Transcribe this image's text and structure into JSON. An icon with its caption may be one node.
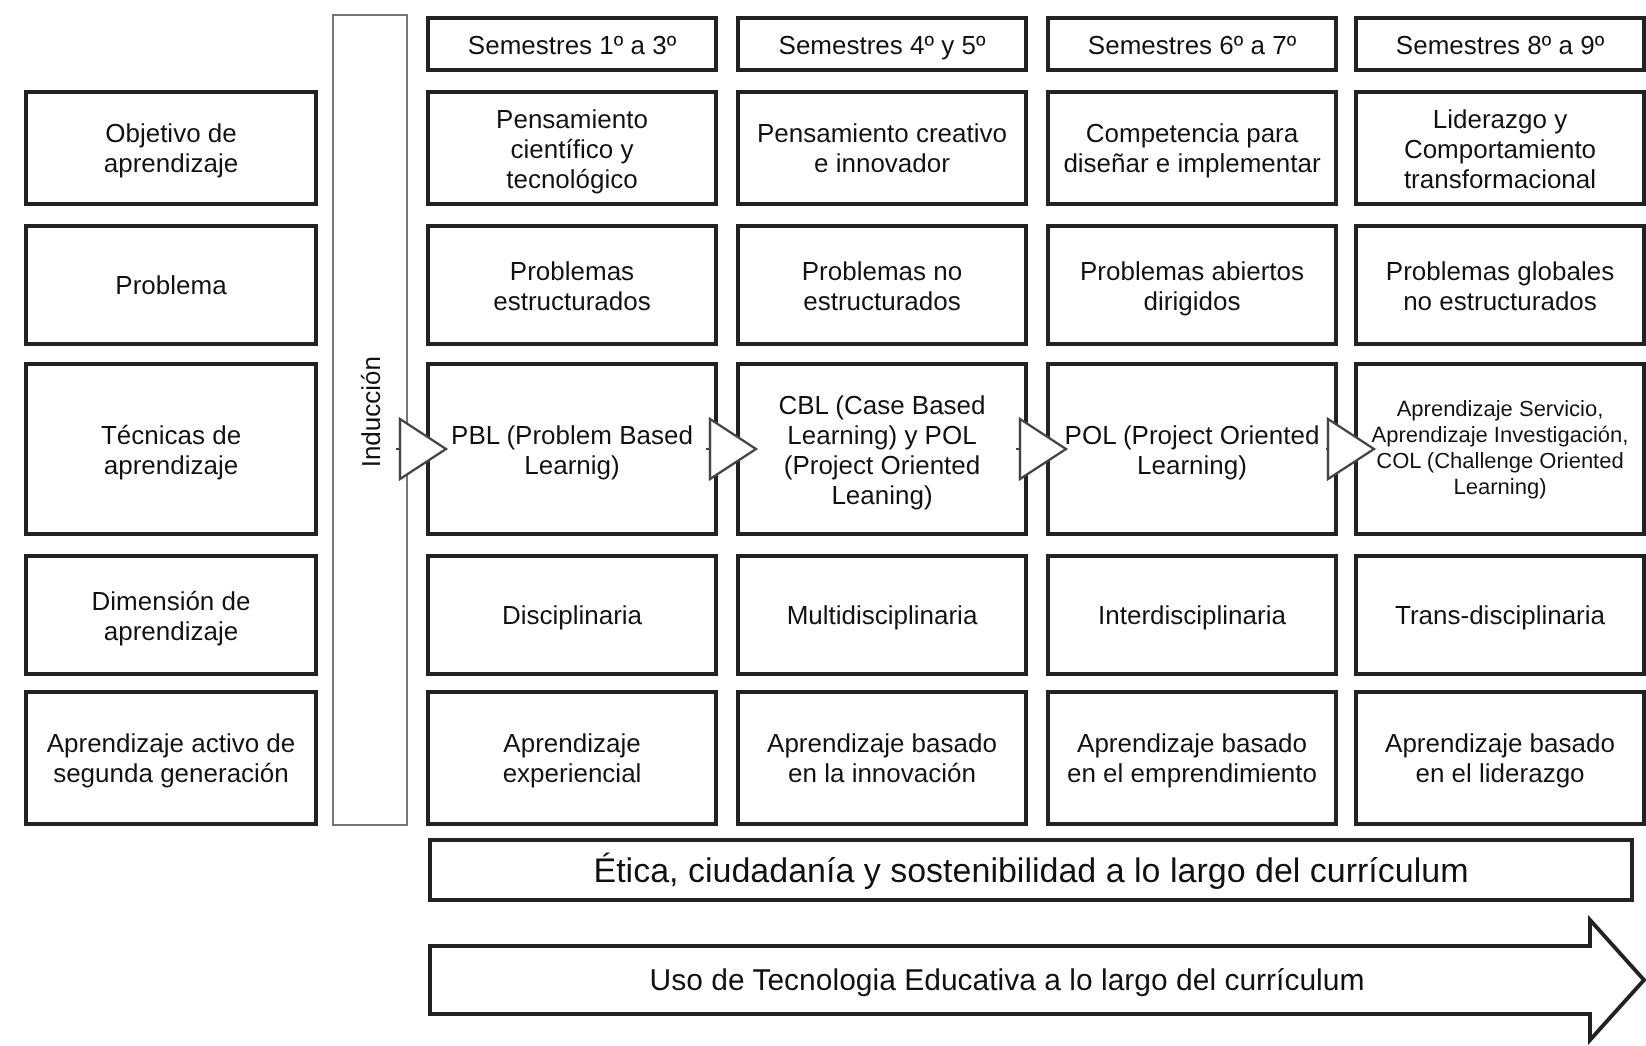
{
  "diagram": {
    "nodes": [
      {
        "text": [
          "Semestres 1º a 3º"
        ]
      },
      {
        "text": [
          "Semestres 4º y 5º"
        ]
      },
      {
        "text": [
          "Semestres 6º a 7º"
        ]
      },
      {
        "text": [
          "Semestres 8º a 9º"
        ]
      },
      {
        "text": [
          "Inducción"
        ]
      },
      {
        "text": [
          "Objetivo de aprendizaje"
        ]
      },
      {
        "text": [
          "Pensamiento científico y tecnológico"
        ]
      },
      {
        "text": [
          "Pensamiento creativo e innovador"
        ]
      },
      {
        "text": [
          "Competencia para diseñar e implementar"
        ]
      },
      {
        "text": [
          "Liderazgo y Comportamiento transformacional"
        ]
      },
      {
        "text": [
          "Problema"
        ]
      },
      {
        "text": [
          "Problemas estructurados"
        ]
      },
      {
        "text": [
          "Problemas no estructurados"
        ]
      },
      {
        "text": [
          "Problemas abiertos dirigidos"
        ]
      },
      {
        "text": [
          "Problemas globales no estructurados"
        ]
      },
      {
        "text": [
          "Técnicas de aprendizaje"
        ]
      },
      {
        "text": [
          "PBL (Problem Based Learnig)"
        ]
      },
      {
        "text": [
          "CBL (Case Based Learning) y POL (Project Oriented Leaning)"
        ]
      },
      {
        "text": [
          "POL (Project Oriented Learning)"
        ]
      },
      {
        "text": [
          "Aprendizaje Servicio, Aprendizaje Investigación, COL (Challenge Oriented Learning)"
        ]
      },
      {
        "text": [
          "Dimensión de aprendizaje"
        ]
      },
      {
        "text": [
          "Disciplinaria"
        ]
      },
      {
        "text": [
          "Multidisciplinaria"
        ]
      },
      {
        "text": [
          "Interdisciplinaria"
        ]
      },
      {
        "text": [
          "Trans-disciplinaria"
        ]
      },
      {
        "text": [
          "Aprendizaje activo de segunda generación"
        ]
      },
      {
        "text": [
          "Aprendizaje experiencial"
        ]
      },
      {
        "text": [
          "Aprendizaje basado en la innovación"
        ]
      },
      {
        "text": [
          "Aprendizaje basado en el emprendimiento"
        ]
      },
      {
        "text": [
          "Aprendizaje basado en el liderazgo"
        ]
      },
      {
        "text": [
          "Ética, ciudadanía y sostenibilidad a lo largo del currículum"
        ]
      },
      {
        "text": [
          "Uso de Tecnologia Educativa a lo largo del currículum"
        ]
      }
    ],
    "edges": [
      {
        "from": 4,
        "to": 16,
        "arrow": "to"
      },
      {
        "from": 16,
        "to": 17,
        "arrow": "to"
      },
      {
        "from": 17,
        "to": 18,
        "arrow": "to"
      },
      {
        "from": 18,
        "to": 19,
        "arrow": "to"
      }
    ]
  }
}
